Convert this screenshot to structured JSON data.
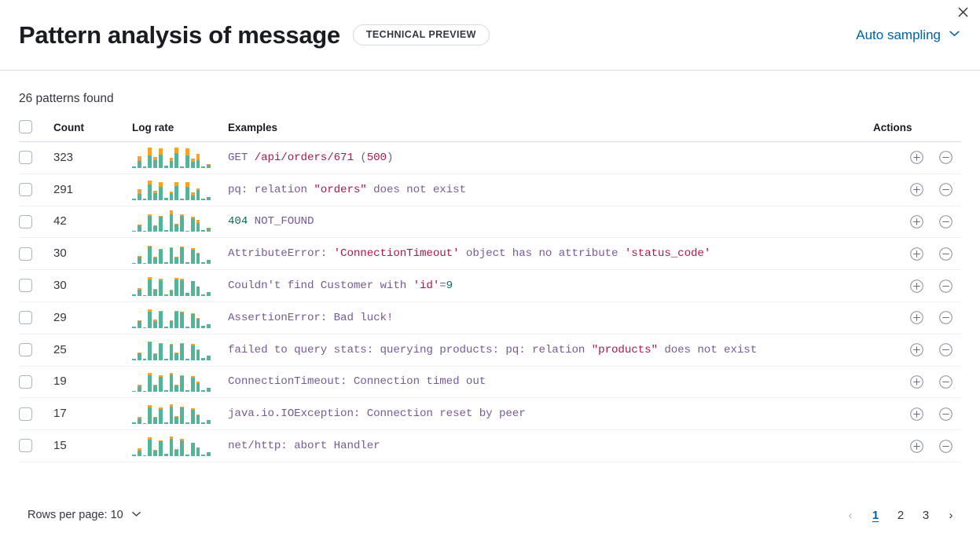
{
  "header": {
    "title": "Pattern analysis of message",
    "badge": "TECHNICAL PREVIEW",
    "sampling_label": "Auto sampling",
    "close_icon": "close-icon",
    "chevron_icon": "chevron-down-icon"
  },
  "summary": {
    "patterns_found": "26 patterns found"
  },
  "table": {
    "columns": {
      "select": "",
      "count": "Count",
      "log_rate": "Log rate",
      "examples": "Examples",
      "actions": "Actions"
    },
    "rows": [
      {
        "count": "323",
        "example_plain": "GET /api/orders/671 (500)",
        "tokens": [
          {
            "t": "GET ",
            "c": "def"
          },
          {
            "t": "/api/orders/671",
            "c": "str"
          },
          {
            "t": " (",
            "c": "def"
          },
          {
            "t": "500",
            "c": "str"
          },
          {
            "t": ")",
            "c": "def"
          }
        ],
        "sparkline": [
          {
            "bot": 0.08,
            "top": 0.0
          },
          {
            "bot": 0.34,
            "top": 0.22
          },
          {
            "bot": 0.06,
            "top": 0.0
          },
          {
            "bot": 0.6,
            "top": 0.4
          },
          {
            "bot": 0.38,
            "top": 0.16
          },
          {
            "bot": 0.66,
            "top": 0.3
          },
          {
            "bot": 0.1,
            "top": 0.0
          },
          {
            "bot": 0.36,
            "top": 0.12
          },
          {
            "bot": 0.72,
            "top": 0.26
          },
          {
            "bot": 0.08,
            "top": 0.0
          },
          {
            "bot": 0.6,
            "top": 0.35
          },
          {
            "bot": 0.3,
            "top": 0.14
          },
          {
            "bot": 0.4,
            "top": 0.3
          },
          {
            "bot": 0.06,
            "top": 0.0
          },
          {
            "bot": 0.14,
            "top": 0.06
          }
        ]
      },
      {
        "count": "291",
        "example_plain": "pq: relation \"orders\" does not exist",
        "tokens": [
          {
            "t": "pq: relation ",
            "c": "def"
          },
          {
            "t": "\"orders\"",
            "c": "str"
          },
          {
            "t": " does not exist",
            "c": "def"
          }
        ],
        "sparkline": [
          {
            "bot": 0.06,
            "top": 0.0
          },
          {
            "bot": 0.3,
            "top": 0.22
          },
          {
            "bot": 0.05,
            "top": 0.0
          },
          {
            "bot": 0.74,
            "top": 0.2
          },
          {
            "bot": 0.34,
            "top": 0.1
          },
          {
            "bot": 0.66,
            "top": 0.2
          },
          {
            "bot": 0.09,
            "top": 0.0
          },
          {
            "bot": 0.32,
            "top": 0.08
          },
          {
            "bot": 0.7,
            "top": 0.16
          },
          {
            "bot": 0.07,
            "top": 0.0
          },
          {
            "bot": 0.66,
            "top": 0.2
          },
          {
            "bot": 0.22,
            "top": 0.14
          },
          {
            "bot": 0.48,
            "top": 0.08
          },
          {
            "bot": 0.06,
            "top": 0.0
          },
          {
            "bot": 0.16,
            "top": 0.0
          }
        ]
      },
      {
        "count": "42",
        "example_plain": "404 NOT_FOUND",
        "tokens": [
          {
            "t": "404",
            "c": "num"
          },
          {
            "t": " NOT_FOUND",
            "c": "def"
          }
        ],
        "sparkline": [
          {
            "bot": 0.07,
            "top": 0.0
          },
          {
            "bot": 0.33,
            "top": 0.04
          },
          {
            "bot": 0.06,
            "top": 0.0
          },
          {
            "bot": 0.8,
            "top": 0.08
          },
          {
            "bot": 0.3,
            "top": 0.04
          },
          {
            "bot": 0.74,
            "top": 0.06
          },
          {
            "bot": 0.08,
            "top": 0.0
          },
          {
            "bot": 0.86,
            "top": 0.18
          },
          {
            "bot": 0.36,
            "top": 0.04
          },
          {
            "bot": 0.8,
            "top": 0.06
          },
          {
            "bot": 0.07,
            "top": 0.0
          },
          {
            "bot": 0.68,
            "top": 0.06
          },
          {
            "bot": 0.44,
            "top": 0.16
          },
          {
            "bot": 0.1,
            "top": 0.0
          },
          {
            "bot": 0.18,
            "top": 0.04
          }
        ]
      },
      {
        "count": "30",
        "example_plain": "AttributeError: 'ConnectionTimeout' object has no attribute 'status_code'",
        "tokens": [
          {
            "t": "AttributeError: ",
            "c": "def"
          },
          {
            "t": "'ConnectionTimeout'",
            "c": "str"
          },
          {
            "t": " object has no attribute ",
            "c": "def"
          },
          {
            "t": "'status_code'",
            "c": "str"
          }
        ],
        "sparkline": [
          {
            "bot": 0.06,
            "top": 0.0
          },
          {
            "bot": 0.34,
            "top": 0.06
          },
          {
            "bot": 0.05,
            "top": 0.0
          },
          {
            "bot": 0.84,
            "top": 0.06
          },
          {
            "bot": 0.32,
            "top": 0.04
          },
          {
            "bot": 0.72,
            "top": 0.04
          },
          {
            "bot": 0.1,
            "top": 0.0
          },
          {
            "bot": 0.78,
            "top": 0.04
          },
          {
            "bot": 0.3,
            "top": 0.04
          },
          {
            "bot": 0.82,
            "top": 0.04
          },
          {
            "bot": 0.08,
            "top": 0.0
          },
          {
            "bot": 0.72,
            "top": 0.06
          },
          {
            "bot": 0.5,
            "top": 0.04
          },
          {
            "bot": 0.09,
            "top": 0.0
          },
          {
            "bot": 0.2,
            "top": 0.0
          }
        ]
      },
      {
        "count": "30",
        "example_plain": "Couldn't find Customer with 'id'=9",
        "tokens": [
          {
            "t": "Couldn't find Customer with ",
            "c": "def"
          },
          {
            "t": "'id'",
            "c": "str"
          },
          {
            "t": "=",
            "c": "def"
          },
          {
            "t": "9",
            "c": "num"
          }
        ],
        "sparkline": [
          {
            "bot": 0.08,
            "top": 0.0
          },
          {
            "bot": 0.3,
            "top": 0.1
          },
          {
            "bot": 0.06,
            "top": 0.0
          },
          {
            "bot": 0.8,
            "top": 0.14
          },
          {
            "bot": 0.32,
            "top": 0.04
          },
          {
            "bot": 0.76,
            "top": 0.08
          },
          {
            "bot": 0.09,
            "top": 0.0
          },
          {
            "bot": 0.28,
            "top": 0.04
          },
          {
            "bot": 0.82,
            "top": 0.08
          },
          {
            "bot": 0.78,
            "top": 0.06
          },
          {
            "bot": 0.16,
            "top": 0.0
          },
          {
            "bot": 0.74,
            "top": 0.0
          },
          {
            "bot": 0.48,
            "top": 0.0
          },
          {
            "bot": 0.08,
            "top": 0.0
          },
          {
            "bot": 0.18,
            "top": 0.0
          }
        ]
      },
      {
        "count": "29",
        "example_plain": "AssertionError: Bad luck!",
        "tokens": [
          {
            "t": "AssertionError: Bad luck!",
            "c": "def"
          }
        ],
        "sparkline": [
          {
            "bot": 0.07,
            "top": 0.0
          },
          {
            "bot": 0.34,
            "top": 0.04
          },
          {
            "bot": 0.05,
            "top": 0.0
          },
          {
            "bot": 0.82,
            "top": 0.08
          },
          {
            "bot": 0.36,
            "top": 0.04
          },
          {
            "bot": 0.8,
            "top": 0.06
          },
          {
            "bot": 0.08,
            "top": 0.0
          },
          {
            "bot": 0.34,
            "top": 0.04
          },
          {
            "bot": 0.8,
            "top": 0.04
          },
          {
            "bot": 0.78,
            "top": 0.04
          },
          {
            "bot": 0.07,
            "top": 0.0
          },
          {
            "bot": 0.7,
            "top": 0.04
          },
          {
            "bot": 0.46,
            "top": 0.04
          },
          {
            "bot": 0.1,
            "top": 0.0
          },
          {
            "bot": 0.2,
            "top": 0.0
          }
        ]
      },
      {
        "count": "25",
        "example_plain": "failed to query stats: querying products: pq: relation \"products\" does not exist",
        "tokens": [
          {
            "t": "failed to query stats: querying products: pq: relation ",
            "c": "def"
          },
          {
            "t": "\"products\"",
            "c": "str"
          },
          {
            "t": " does not exist",
            "c": "def"
          }
        ],
        "sparkline": [
          {
            "bot": 0.07,
            "top": 0.0
          },
          {
            "bot": 0.32,
            "top": 0.04
          },
          {
            "bot": 0.06,
            "top": 0.0
          },
          {
            "bot": 0.86,
            "top": 0.06
          },
          {
            "bot": 0.3,
            "top": 0.04
          },
          {
            "bot": 0.78,
            "top": 0.06
          },
          {
            "bot": 0.08,
            "top": 0.0
          },
          {
            "bot": 0.76,
            "top": 0.04
          },
          {
            "bot": 0.34,
            "top": 0.04
          },
          {
            "bot": 0.8,
            "top": 0.04
          },
          {
            "bot": 0.08,
            "top": 0.0
          },
          {
            "bot": 0.72,
            "top": 0.06
          },
          {
            "bot": 0.48,
            "top": 0.04
          },
          {
            "bot": 0.09,
            "top": 0.0
          },
          {
            "bot": 0.2,
            "top": 0.0
          }
        ]
      },
      {
        "count": "19",
        "example_plain": "ConnectionTimeout: Connection timed out",
        "tokens": [
          {
            "t": "ConnectionTimeout: Connection timed out",
            "c": "def"
          }
        ],
        "sparkline": [
          {
            "bot": 0.06,
            "top": 0.0
          },
          {
            "bot": 0.3,
            "top": 0.06
          },
          {
            "bot": 0.05,
            "top": 0.0
          },
          {
            "bot": 0.84,
            "top": 0.12
          },
          {
            "bot": 0.34,
            "top": 0.04
          },
          {
            "bot": 0.76,
            "top": 0.06
          },
          {
            "bot": 0.09,
            "top": 0.0
          },
          {
            "bot": 0.86,
            "top": 0.1
          },
          {
            "bot": 0.32,
            "top": 0.04
          },
          {
            "bot": 0.78,
            "top": 0.04
          },
          {
            "bot": 0.08,
            "top": 0.0
          },
          {
            "bot": 0.72,
            "top": 0.08
          },
          {
            "bot": 0.46,
            "top": 0.06
          },
          {
            "bot": 0.08,
            "top": 0.0
          },
          {
            "bot": 0.22,
            "top": 0.0
          }
        ]
      },
      {
        "count": "17",
        "example_plain": "java.io.IOException: Connection reset by peer",
        "tokens": [
          {
            "t": "java.io.IOException: Connection reset by peer",
            "c": "def"
          }
        ],
        "sparkline": [
          {
            "bot": 0.07,
            "top": 0.0
          },
          {
            "bot": 0.28,
            "top": 0.08
          },
          {
            "bot": 0.06,
            "top": 0.0
          },
          {
            "bot": 0.82,
            "top": 0.1
          },
          {
            "bot": 0.3,
            "top": 0.04
          },
          {
            "bot": 0.74,
            "top": 0.06
          },
          {
            "bot": 0.08,
            "top": 0.0
          },
          {
            "bot": 0.84,
            "top": 0.12
          },
          {
            "bot": 0.34,
            "top": 0.04
          },
          {
            "bot": 0.8,
            "top": 0.04
          },
          {
            "bot": 0.07,
            "top": 0.0
          },
          {
            "bot": 0.7,
            "top": 0.08
          },
          {
            "bot": 0.44,
            "top": 0.04
          },
          {
            "bot": 0.08,
            "top": 0.0
          },
          {
            "bot": 0.2,
            "top": 0.0
          }
        ]
      },
      {
        "count": "15",
        "example_plain": "net/http: abort Handler",
        "tokens": [
          {
            "t": "net/http: abort Handler",
            "c": "def"
          }
        ],
        "sparkline": [
          {
            "bot": 0.08,
            "top": 0.0
          },
          {
            "bot": 0.26,
            "top": 0.12
          },
          {
            "bot": 0.06,
            "top": 0.0
          },
          {
            "bot": 0.82,
            "top": 0.1
          },
          {
            "bot": 0.28,
            "top": 0.04
          },
          {
            "bot": 0.72,
            "top": 0.06
          },
          {
            "bot": 0.12,
            "top": 0.0
          },
          {
            "bot": 0.86,
            "top": 0.1
          },
          {
            "bot": 0.3,
            "top": 0.04
          },
          {
            "bot": 0.78,
            "top": 0.06
          },
          {
            "bot": 0.08,
            "top": 0.0
          },
          {
            "bot": 0.64,
            "top": 0.0
          },
          {
            "bot": 0.42,
            "top": 0.0
          },
          {
            "bot": 0.08,
            "top": 0.0
          },
          {
            "bot": 0.18,
            "top": 0.0
          }
        ]
      }
    ],
    "row_action_icons": {
      "filter_for": "plus-in-circle-icon",
      "filter_out": "minus-in-circle-icon"
    }
  },
  "footer": {
    "rows_per_page_label": "Rows per page: 10",
    "pager": {
      "prev": "‹",
      "next": "›",
      "pages": [
        "1",
        "2",
        "3"
      ],
      "active_page": "1"
    }
  },
  "colors": {
    "accent_blue": "#0061a6",
    "spark_teal": "#54b399",
    "spark_orange": "#ffa126",
    "token_default": "#765b96",
    "token_string": "#a81b47",
    "token_number": "#0f6d5c"
  }
}
